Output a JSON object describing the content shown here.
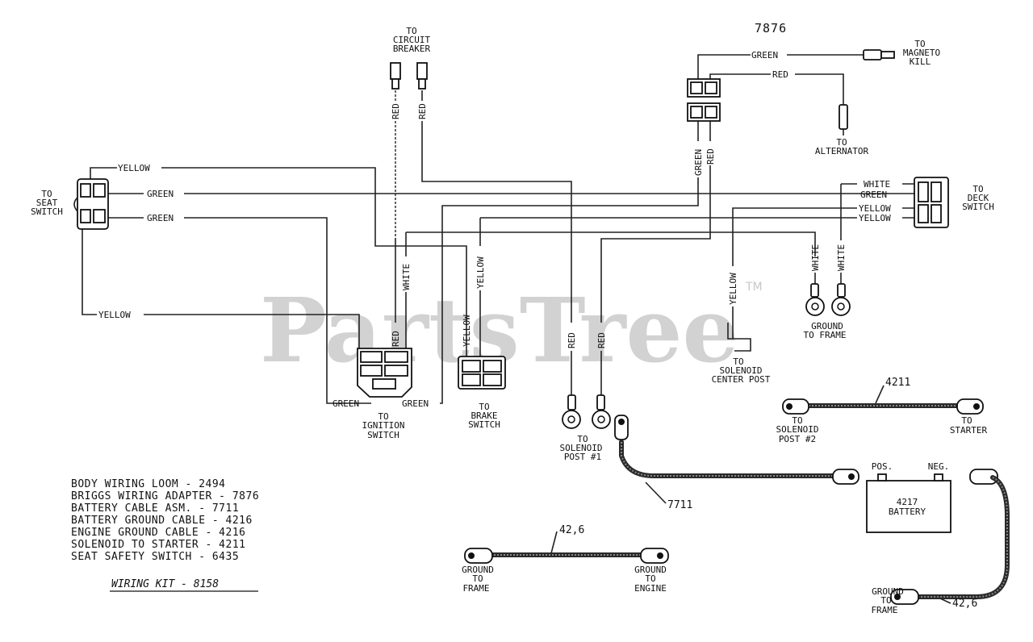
{
  "diagram_title": "7876",
  "watermark": {
    "text": "PartsTree",
    "tm": "TM"
  },
  "wires": {
    "yellow": "YELLOW",
    "green": "GREEN",
    "red": "RED",
    "white": "WHITE"
  },
  "components": {
    "circuit_breaker": [
      "TO",
      "CIRCUIT",
      "BREAKER"
    ],
    "seat_switch": [
      "TO",
      "SEAT",
      "SWITCH"
    ],
    "magneto_kill": [
      "TO",
      "MAGNETO",
      "KILL"
    ],
    "alternator": [
      "TO",
      "ALTERNATOR"
    ],
    "deck_switch": [
      "TO",
      "DECK",
      "SWITCH"
    ],
    "ignition_switch": [
      "TO",
      "IGNITION",
      "SWITCH"
    ],
    "brake_switch": [
      "TO",
      "BRAKE",
      "SWITCH"
    ],
    "solenoid_post1": [
      "TO",
      "SOLENOID",
      "POST #1"
    ],
    "solenoid_center": [
      "TO",
      "SOLENOID",
      "CENTER POST"
    ],
    "ground_frame_top": [
      "GROUND",
      "TO FRAME"
    ],
    "solenoid_post2": [
      "TO",
      "SOLENOID",
      "POST #2"
    ],
    "starter": [
      "TO",
      "STARTER"
    ],
    "ground_frame_bottom": [
      "GROUND",
      "TO",
      "FRAME"
    ],
    "ground_engine": [
      "GROUND",
      "TO",
      "ENGINE"
    ],
    "ground_frame_battery": [
      "GROUND",
      "TO",
      "FRAME"
    ]
  },
  "battery": {
    "pos": "POS.",
    "neg": "NEG.",
    "part": "4217",
    "label": "BATTERY"
  },
  "callouts": {
    "cable_4211": "4211",
    "cable_7711": "7711",
    "cable_4216_engine": "42,6",
    "cable_4216_battery": "42,6"
  },
  "legend": [
    "BODY WIRING LOOM - 2494",
    "BRIGGS WIRING ADAPTER - 7876",
    "BATTERY CABLE ASM. - 7711",
    "BATTERY GROUND CABLE - 4216",
    "ENGINE GROUND CABLE - 4216",
    "SOLENOID TO STARTER - 4211",
    "SEAT SAFETY SWITCH - 6435"
  ],
  "wiring_kit": "WIRING KIT - 8158"
}
